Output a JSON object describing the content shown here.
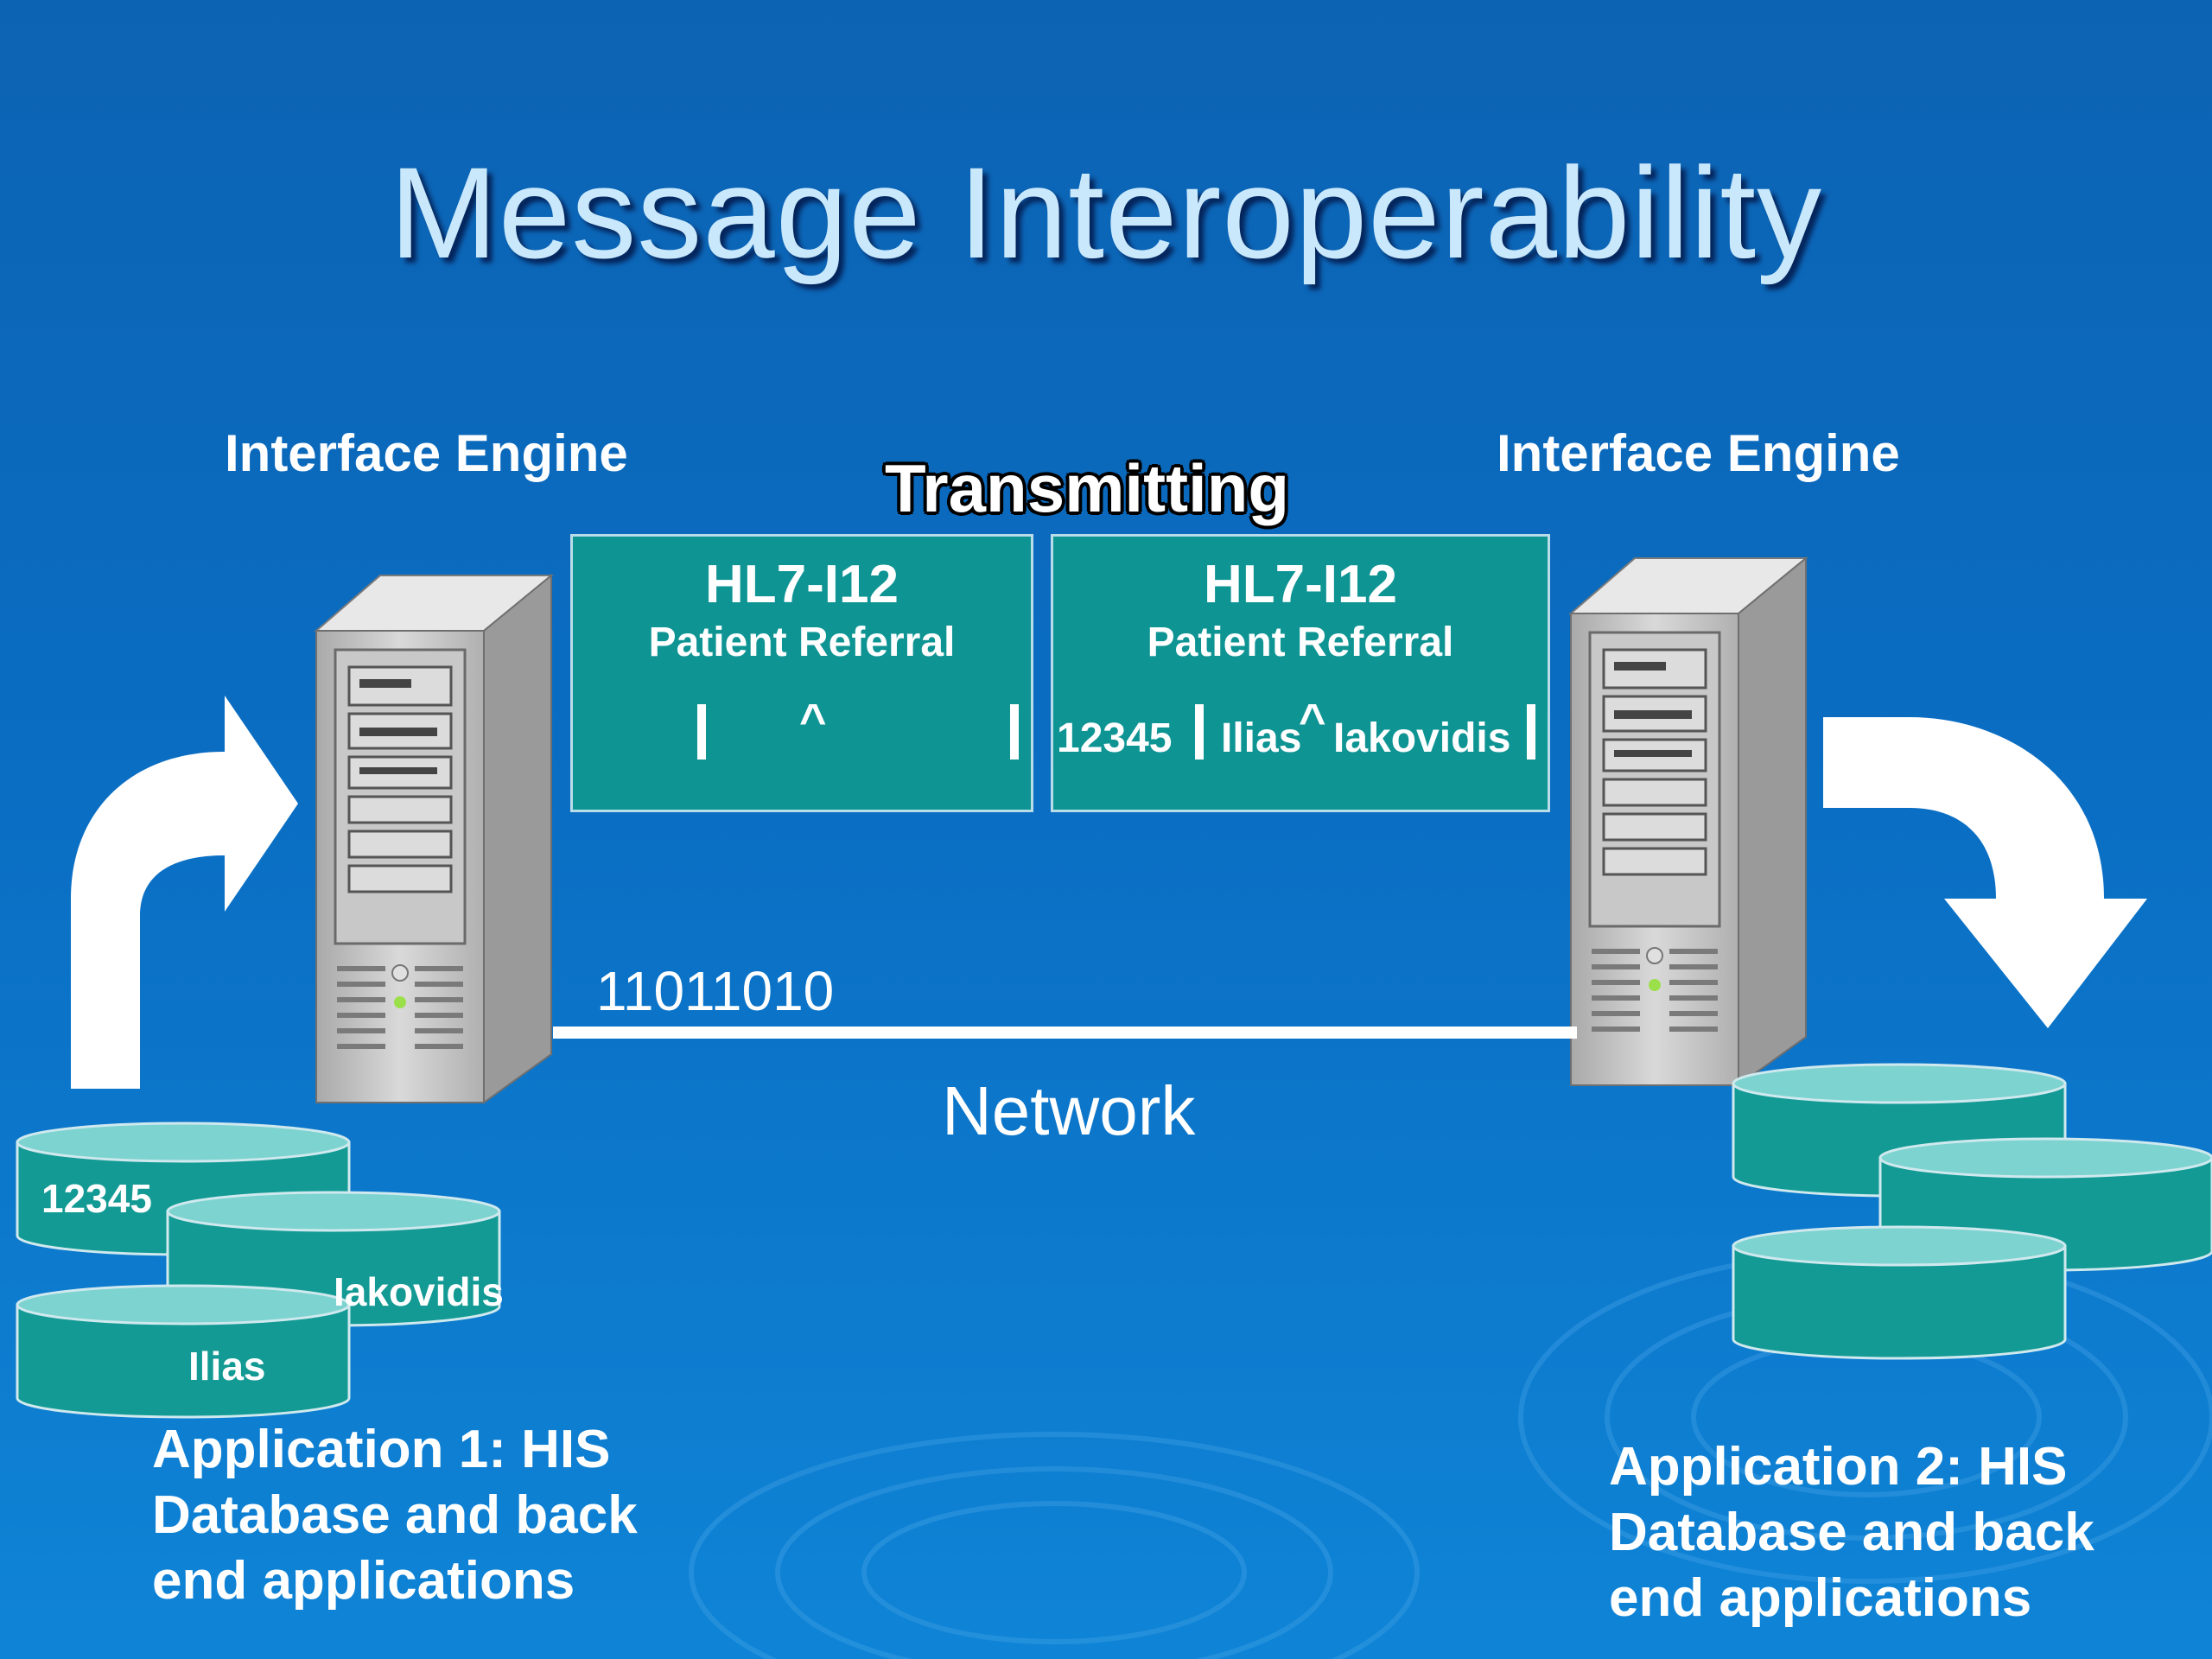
{
  "title": "Message Interoperability",
  "left_engine": {
    "label": "Interface Engine"
  },
  "right_engine": {
    "label": "Interface Engine"
  },
  "transmitting": "Transmitting",
  "message_left": {
    "code": "HL7-I12",
    "type": "Patient Referral",
    "caret": "^"
  },
  "message_right": {
    "code": "HL7-I12",
    "type": "Patient Referral",
    "id": "12345",
    "first_name": "Ilias",
    "caret": "^",
    "last_name": "Iakovidis"
  },
  "network": {
    "bits": "11011010",
    "label": "Network"
  },
  "left_db": {
    "id": "12345",
    "last_name": "Iakovidis",
    "first_name": "Ilias"
  },
  "app1": {
    "line1": "Application 1: HIS",
    "line2": "Database and back",
    "line3": "end applications"
  },
  "app2": {
    "line1": "Application 2: HIS",
    "line2": "Database and back",
    "line3": "end applications"
  },
  "colors": {
    "background": "#0a6dc2",
    "box": "#0f9494",
    "cylinder": "#139a94",
    "title": "#c9e8fb"
  }
}
